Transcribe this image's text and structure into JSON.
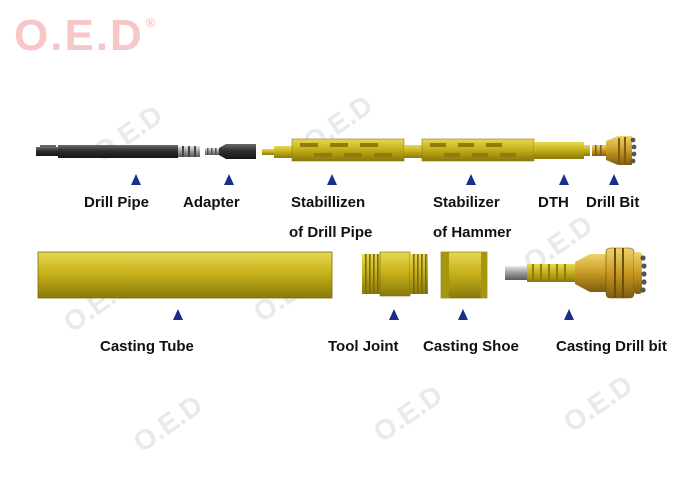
{
  "brand": {
    "logo_text": "O.E.D",
    "registered_mark": "®",
    "watermark_text": "O.E.D"
  },
  "colors": {
    "yellow": "#c9b21a",
    "yellow_dark": "#8e7d0d",
    "yellow_light": "#e3d24a",
    "pipe_black": "#2f2f2f",
    "arrow": "#1b2e8a",
    "logo": "#f7c6c6"
  },
  "labels": {
    "drill_pipe": "Drill Pipe",
    "adapter": "Adapter",
    "stabilizer_pipe_line1": "Stabillizen",
    "stabilizer_pipe_line2": "of Drill Pipe",
    "stabilizer_hammer_line1": "Stabilizer",
    "stabilizer_hammer_line2": "of Hammer",
    "dth": "DTH",
    "drill_bit": "Drill Bit",
    "casting_tube": "Casting Tube",
    "tool_joint": "Tool Joint",
    "casting_shoe": "Casting Shoe",
    "casting_drill_bit": "Casting Drill bit"
  }
}
